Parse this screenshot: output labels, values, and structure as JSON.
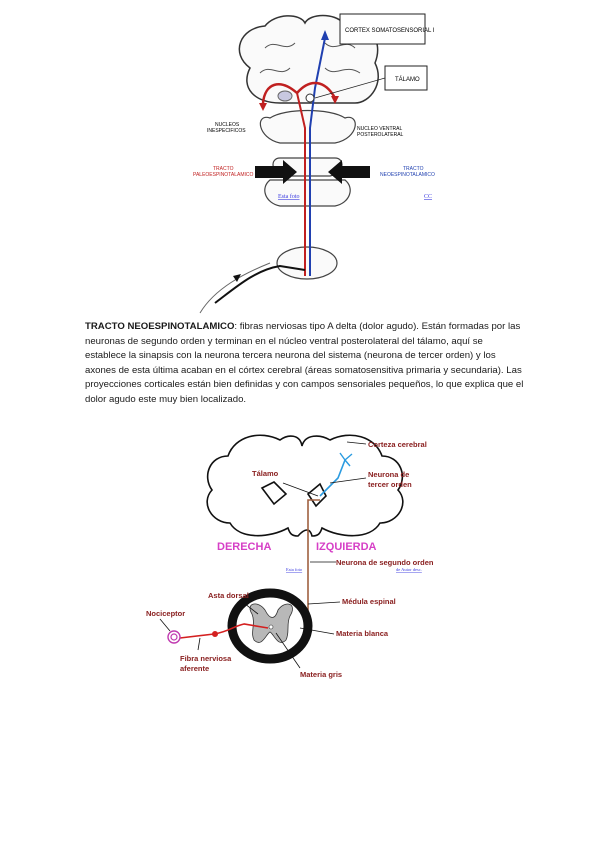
{
  "figure_top": {
    "labels": {
      "cortex": "CORTEX SOMATOSENSORIAL I",
      "talamo": "TÁLAMO",
      "nucleos_1": "NUCLEOS",
      "nucleos_2": "INESPECIFICOS",
      "nucleo_ventral_1": "NUCLEO VENTRAL",
      "nucleo_ventral_2": "POSTEROLATERAL",
      "tracto_paleo_1": "TRACTO",
      "tracto_paleo_2": "PALEOESPINOTALAMICO",
      "tracto_neo_1": "TRACTO",
      "tracto_neo_2": "NEOESPINOTALAMICO",
      "link_foto": "Esta foto",
      "link_cc": "CC"
    }
  },
  "paragraph": {
    "title": "TRACTO NEOESPINOTALAMICO",
    "text": ": fibras nerviosas tipo A delta (dolor agudo). Están formadas por las neuronas de segundo orden y terminan en el núcleo ventral posterolateral del tálamo, aquí se establece la sinapsis con la neurona tercera neurona del sistema (neurona de tercer orden) y los axones de esta última acaban en el córtex cerebral (áreas somatosensitiva primaria y secundaria). Las proyecciones corticales están bien definidas y con campos sensoriales pequeños, lo que explica que el dolor agudo este muy bien localizado."
  },
  "figure_bottom": {
    "labels": {
      "corteza": "Corteza cerebral",
      "talamo": "Tálamo",
      "neurona3_1": "Neurona de",
      "neurona3_2": "tercer orden",
      "derecha": "DERECHA",
      "izquierda": "IZQUIERDA",
      "neurona2": "Neurona de segundo orden",
      "link_foto": "Esta foto",
      "link_autor": "de Autor desc.",
      "asta": "Asta dorsal",
      "medula": "Médula espinal",
      "nociceptor": "Nociceptor",
      "materia_blanca": "Materia blanca",
      "fibra_1": "Fibra nerviosa",
      "fibra_2": "aferente",
      "materia_gris": "Materia gris"
    },
    "colors": {
      "label": "#8a2020",
      "magenta": "#d63fc6",
      "red": "#d42020",
      "blue": "#2b6fd6"
    }
  }
}
